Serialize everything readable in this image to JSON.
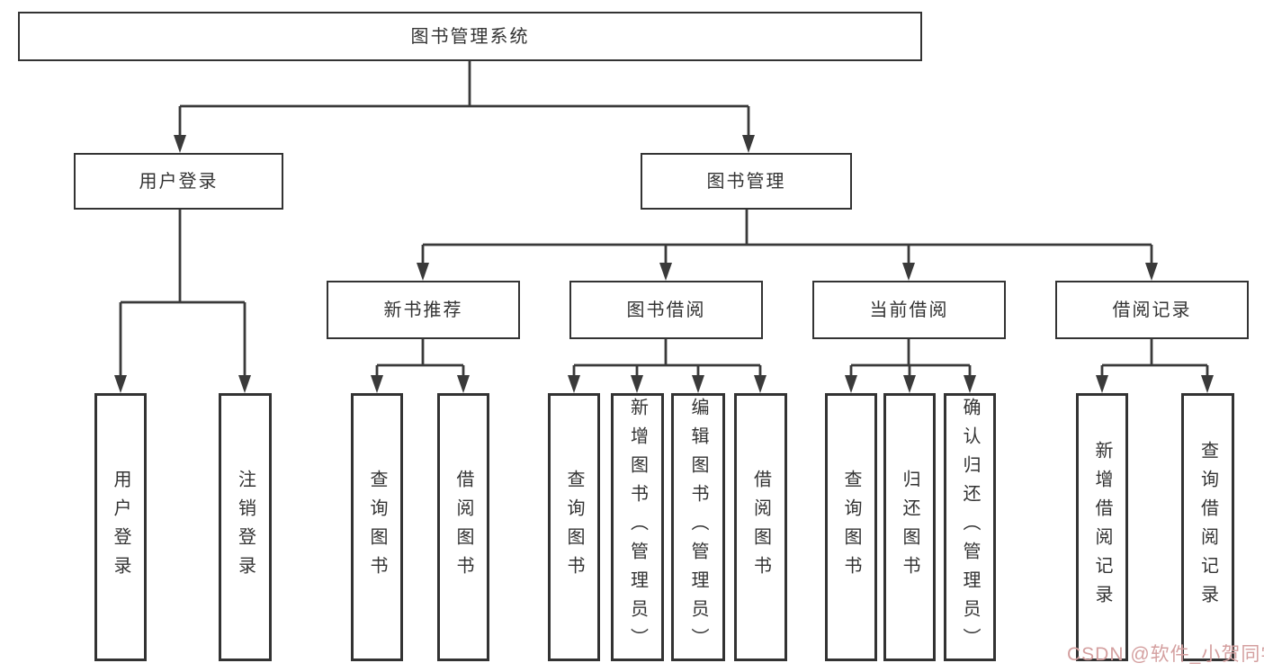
{
  "diagram": {
    "root": {
      "label": "图书管理系统"
    },
    "level2": [
      {
        "label": "用户登录"
      },
      {
        "label": "图书管理"
      }
    ],
    "level3": [
      {
        "label": "新书推荐"
      },
      {
        "label": "图书借阅"
      },
      {
        "label": "当前借阅"
      },
      {
        "label": "借阅记录"
      }
    ],
    "leaves": {
      "login": [
        {
          "label": "用户登录"
        },
        {
          "label": "注销登录"
        }
      ],
      "recommend": [
        {
          "label": "查询图书"
        },
        {
          "label": "借阅图书"
        }
      ],
      "borrow": [
        {
          "label": "查询图书"
        },
        {
          "label": "新增图书（管理员）"
        },
        {
          "label": "编辑图书（管理员）"
        },
        {
          "label": "借阅图书"
        }
      ],
      "current": [
        {
          "label": "查询图书"
        },
        {
          "label": "归还图书"
        },
        {
          "label": "确认归还（管理员）"
        }
      ],
      "records": [
        {
          "label": "新增借阅记录"
        },
        {
          "label": "查询借阅记录"
        }
      ]
    }
  },
  "watermark": {
    "text": "CSDN @软件_小贺同学"
  },
  "colors": {
    "background": "#ffffff",
    "box_border": "#333333",
    "connector_line": "#3a3a3a",
    "text": "#333333",
    "watermark": "#d49f9f"
  }
}
